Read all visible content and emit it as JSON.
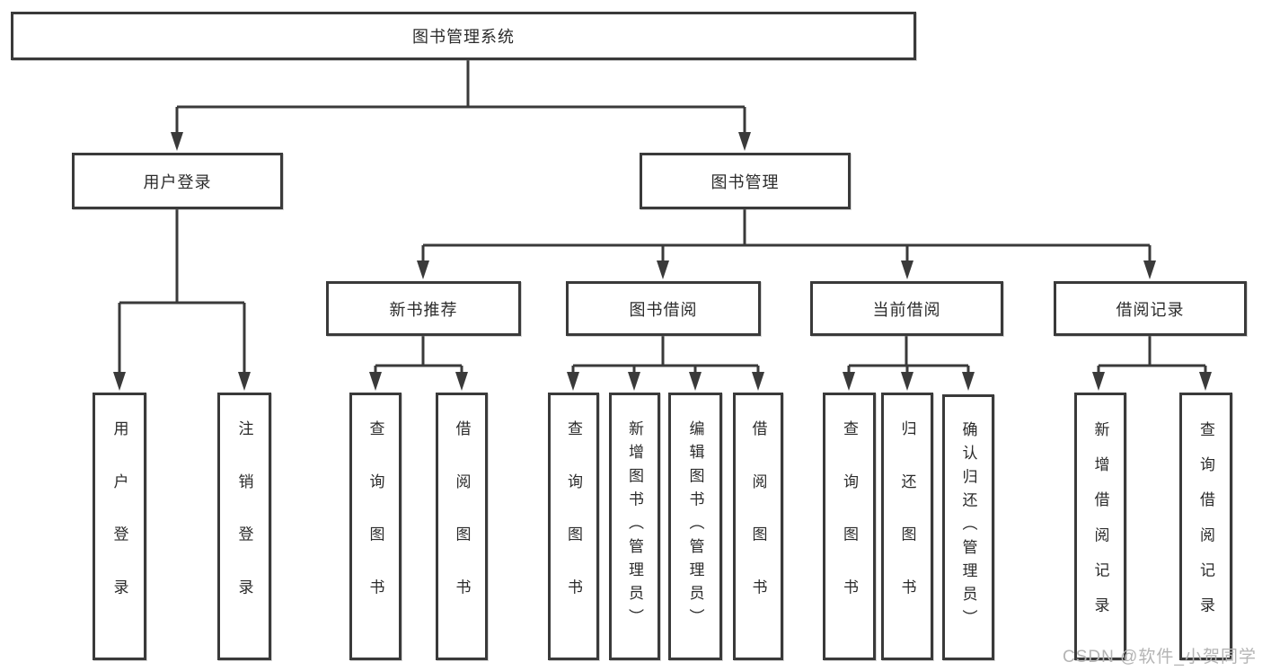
{
  "diagram": {
    "root": {
      "label": "图书管理系统"
    },
    "branches": [
      {
        "label": "用户登录",
        "children": [
          {
            "label": "用户登录"
          },
          {
            "label": "注销登录"
          }
        ]
      },
      {
        "label": "图书管理",
        "children": [
          {
            "label": "新书推荐",
            "children": [
              {
                "label": "查询图书"
              },
              {
                "label": "借阅图书"
              }
            ]
          },
          {
            "label": "图书借阅",
            "children": [
              {
                "label": "查询图书"
              },
              {
                "label": "新增图书（管理员）"
              },
              {
                "label": "编辑图书（管理员）"
              },
              {
                "label": "借阅图书"
              }
            ]
          },
          {
            "label": "当前借阅",
            "children": [
              {
                "label": "查询图书"
              },
              {
                "label": "归还图书"
              },
              {
                "label": "确认归还（管理员）"
              }
            ]
          },
          {
            "label": "借阅记录",
            "children": [
              {
                "label": "新增借阅记录"
              },
              {
                "label": "查询借阅记录"
              }
            ]
          }
        ]
      }
    ]
  },
  "watermark": {
    "text": "CSDN @软件_小贺同学"
  },
  "colors": {
    "line": "#3a3a3a",
    "text": "#2b2b2b",
    "background": "#ffffff",
    "watermark": "#b4b4b4"
  }
}
